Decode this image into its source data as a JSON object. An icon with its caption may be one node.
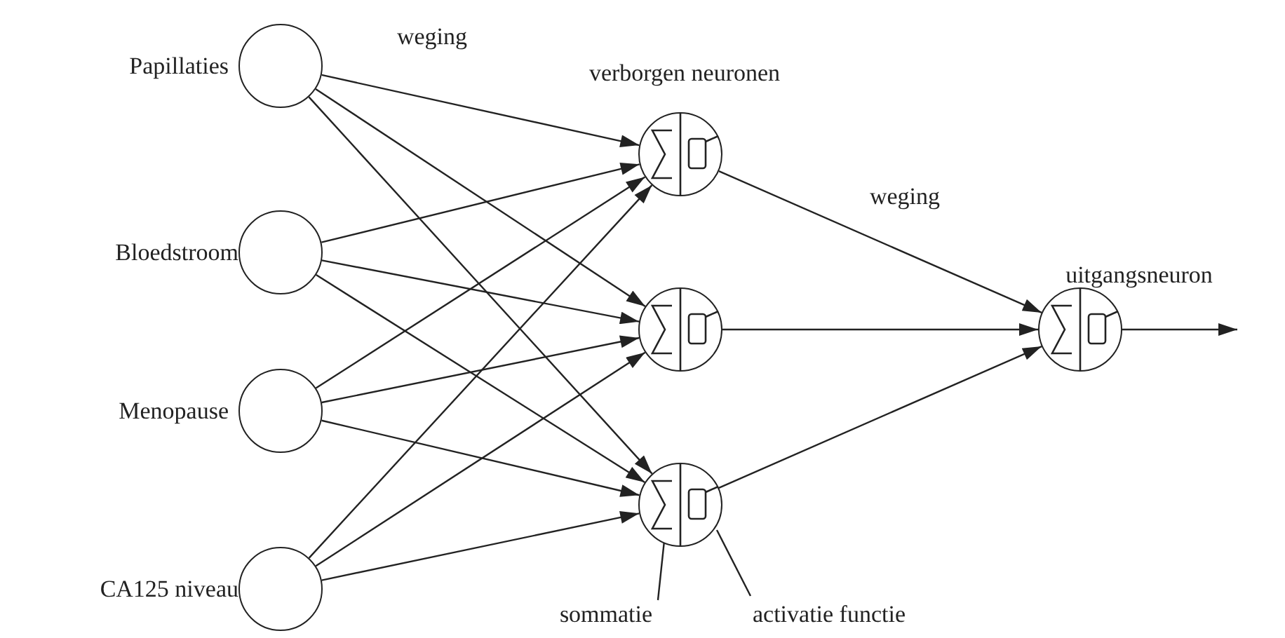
{
  "diagram": {
    "nodes": [
      {
        "text": [
          "Papillaties"
        ]
      },
      {
        "text": [
          "Bloedstroom"
        ]
      },
      {
        "text": [
          "Menopause"
        ]
      },
      {
        "text": [
          "CA125 niveau"
        ]
      },
      {
        "text": [],
        "shape": "circle"
      },
      {
        "text": [],
        "shape": "circle"
      },
      {
        "text": [],
        "shape": "circle"
      },
      {
        "text": [
          "uitgangsneuron"
        ]
      },
      {
        "text": [
          "sommatie"
        ]
      },
      {
        "text": [
          "activatie functie"
        ]
      }
    ],
    "edges": [
      {
        "from": 0,
        "to": 4,
        "arrow": "to"
      },
      {
        "from": 0,
        "to": 5,
        "arrow": "to"
      },
      {
        "from": 0,
        "to": 6,
        "arrow": "to"
      },
      {
        "from": 1,
        "to": 4,
        "arrow": "to"
      },
      {
        "from": 1,
        "to": 5,
        "arrow": "to"
      },
      {
        "from": 1,
        "to": 6,
        "arrow": "to"
      },
      {
        "from": 2,
        "to": 4,
        "arrow": "to"
      },
      {
        "from": 2,
        "to": 5,
        "arrow": "to"
      },
      {
        "from": 2,
        "to": 6,
        "arrow": "to"
      },
      {
        "from": 3,
        "to": 4,
        "arrow": "to"
      },
      {
        "from": 3,
        "to": 5,
        "arrow": "to"
      },
      {
        "from": 3,
        "to": 6,
        "arrow": "to"
      },
      {
        "from": 4,
        "to": 7,
        "arrow": "to"
      },
      {
        "from": 5,
        "to": 7,
        "arrow": "to"
      },
      {
        "from": 6,
        "to": 7,
        "arrow": "to"
      },
      {
        "from": 7,
        "to": null,
        "arrow": "to"
      },
      {
        "from": 8,
        "to": 6,
        "arrow": "none"
      },
      {
        "from": 9,
        "to": 6,
        "arrow": "none"
      }
    ],
    "labels": [
      "weging",
      "verborgen neuronen",
      "weging"
    ]
  }
}
